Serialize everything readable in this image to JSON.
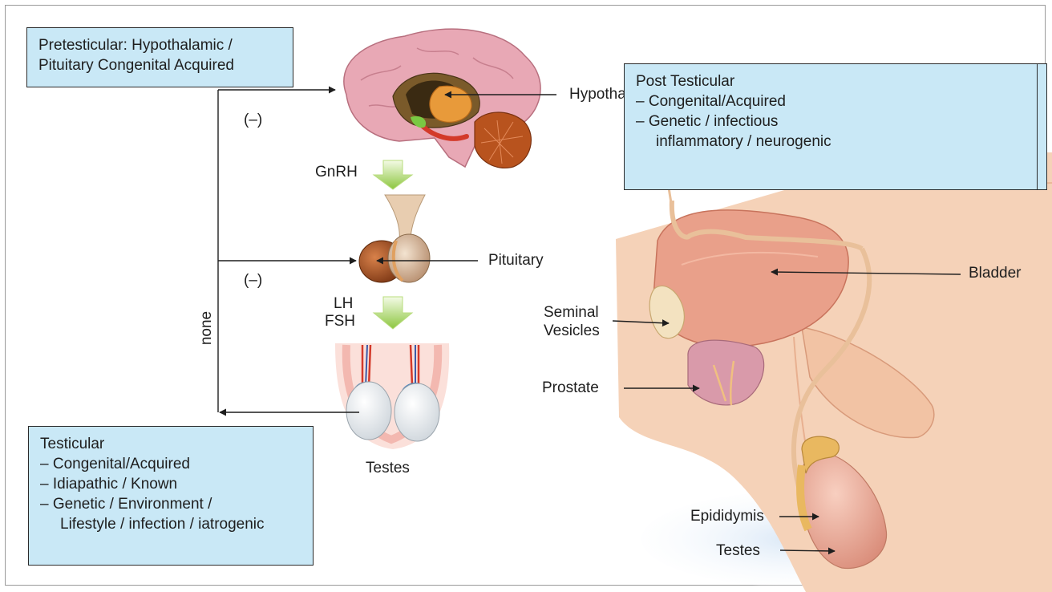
{
  "boxes": {
    "pretesticular": {
      "lines": [
        "Pretesticular: Hypothalamic /",
        "Pituitary Congenital Acquired"
      ]
    },
    "post_testicular": {
      "lines": [
        "Post Testicular",
        "– Congenital/Acquired",
        "– Genetic / infectious",
        "inflammatory / neurogenic"
      ]
    },
    "testicular": {
      "lines": [
        "Testicular",
        "– Congenital/Acquired",
        "– Idiapathic / Known",
        "– Genetic / Environment /",
        "Lifestyle / infection / iatrogenic"
      ]
    }
  },
  "labels": {
    "hypothalamus": "Hypothalanus",
    "pituitary": "Pituitary",
    "testes_left": "Testes",
    "gnrh": "GnRH",
    "lh": "LH",
    "fsh": "FSH",
    "feedback_top": "(–)",
    "feedback_mid": "(–)",
    "none": "none",
    "bladder": "Bladder",
    "seminal_line1": "Seminal",
    "seminal_line2": "Vesicles",
    "prostate": "Prostate",
    "epididymis": "Epididymis",
    "testes_right": "Testes"
  },
  "colors": {
    "box_fill": "#c9e8f6",
    "hormone_arrow": "#8cc63f",
    "skin": "#f3c9a8",
    "bladder": "#e9a08a"
  }
}
